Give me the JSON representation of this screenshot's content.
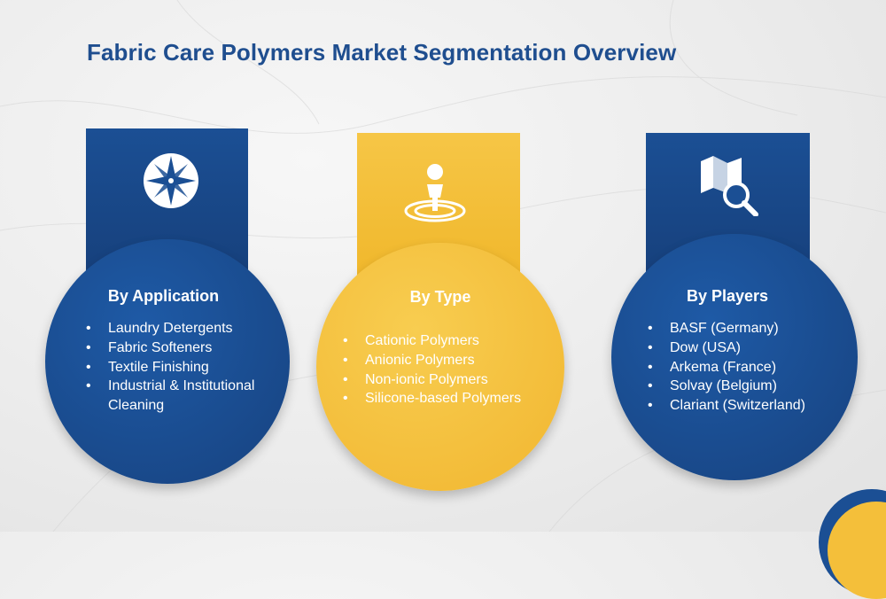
{
  "title": "Fabric Care Polymers Market Segmentation Overview",
  "colors": {
    "blue": "#1b4f94",
    "yellow": "#f4bf3a",
    "title": "#1f4e8f",
    "background": "#ececec"
  },
  "segments": [
    {
      "heading": "By Application",
      "icon": "compass-icon",
      "items": [
        "Laundry Detergents",
        "Fabric Softeners",
        "Textile Finishing",
        "Industrial & Institutional Cleaning"
      ]
    },
    {
      "heading": "By Type",
      "icon": "location-person-icon",
      "items": [
        "Cationic Polymers",
        "Anionic Polymers",
        "Non-ionic Polymers",
        "Silicone-based Polymers"
      ]
    },
    {
      "heading": "By Players",
      "icon": "map-search-icon",
      "items": [
        "BASF (Germany)",
        "Dow (USA)",
        "Arkema (France)",
        "Solvay (Belgium)",
        "Clariant (Switzerland)"
      ]
    }
  ]
}
